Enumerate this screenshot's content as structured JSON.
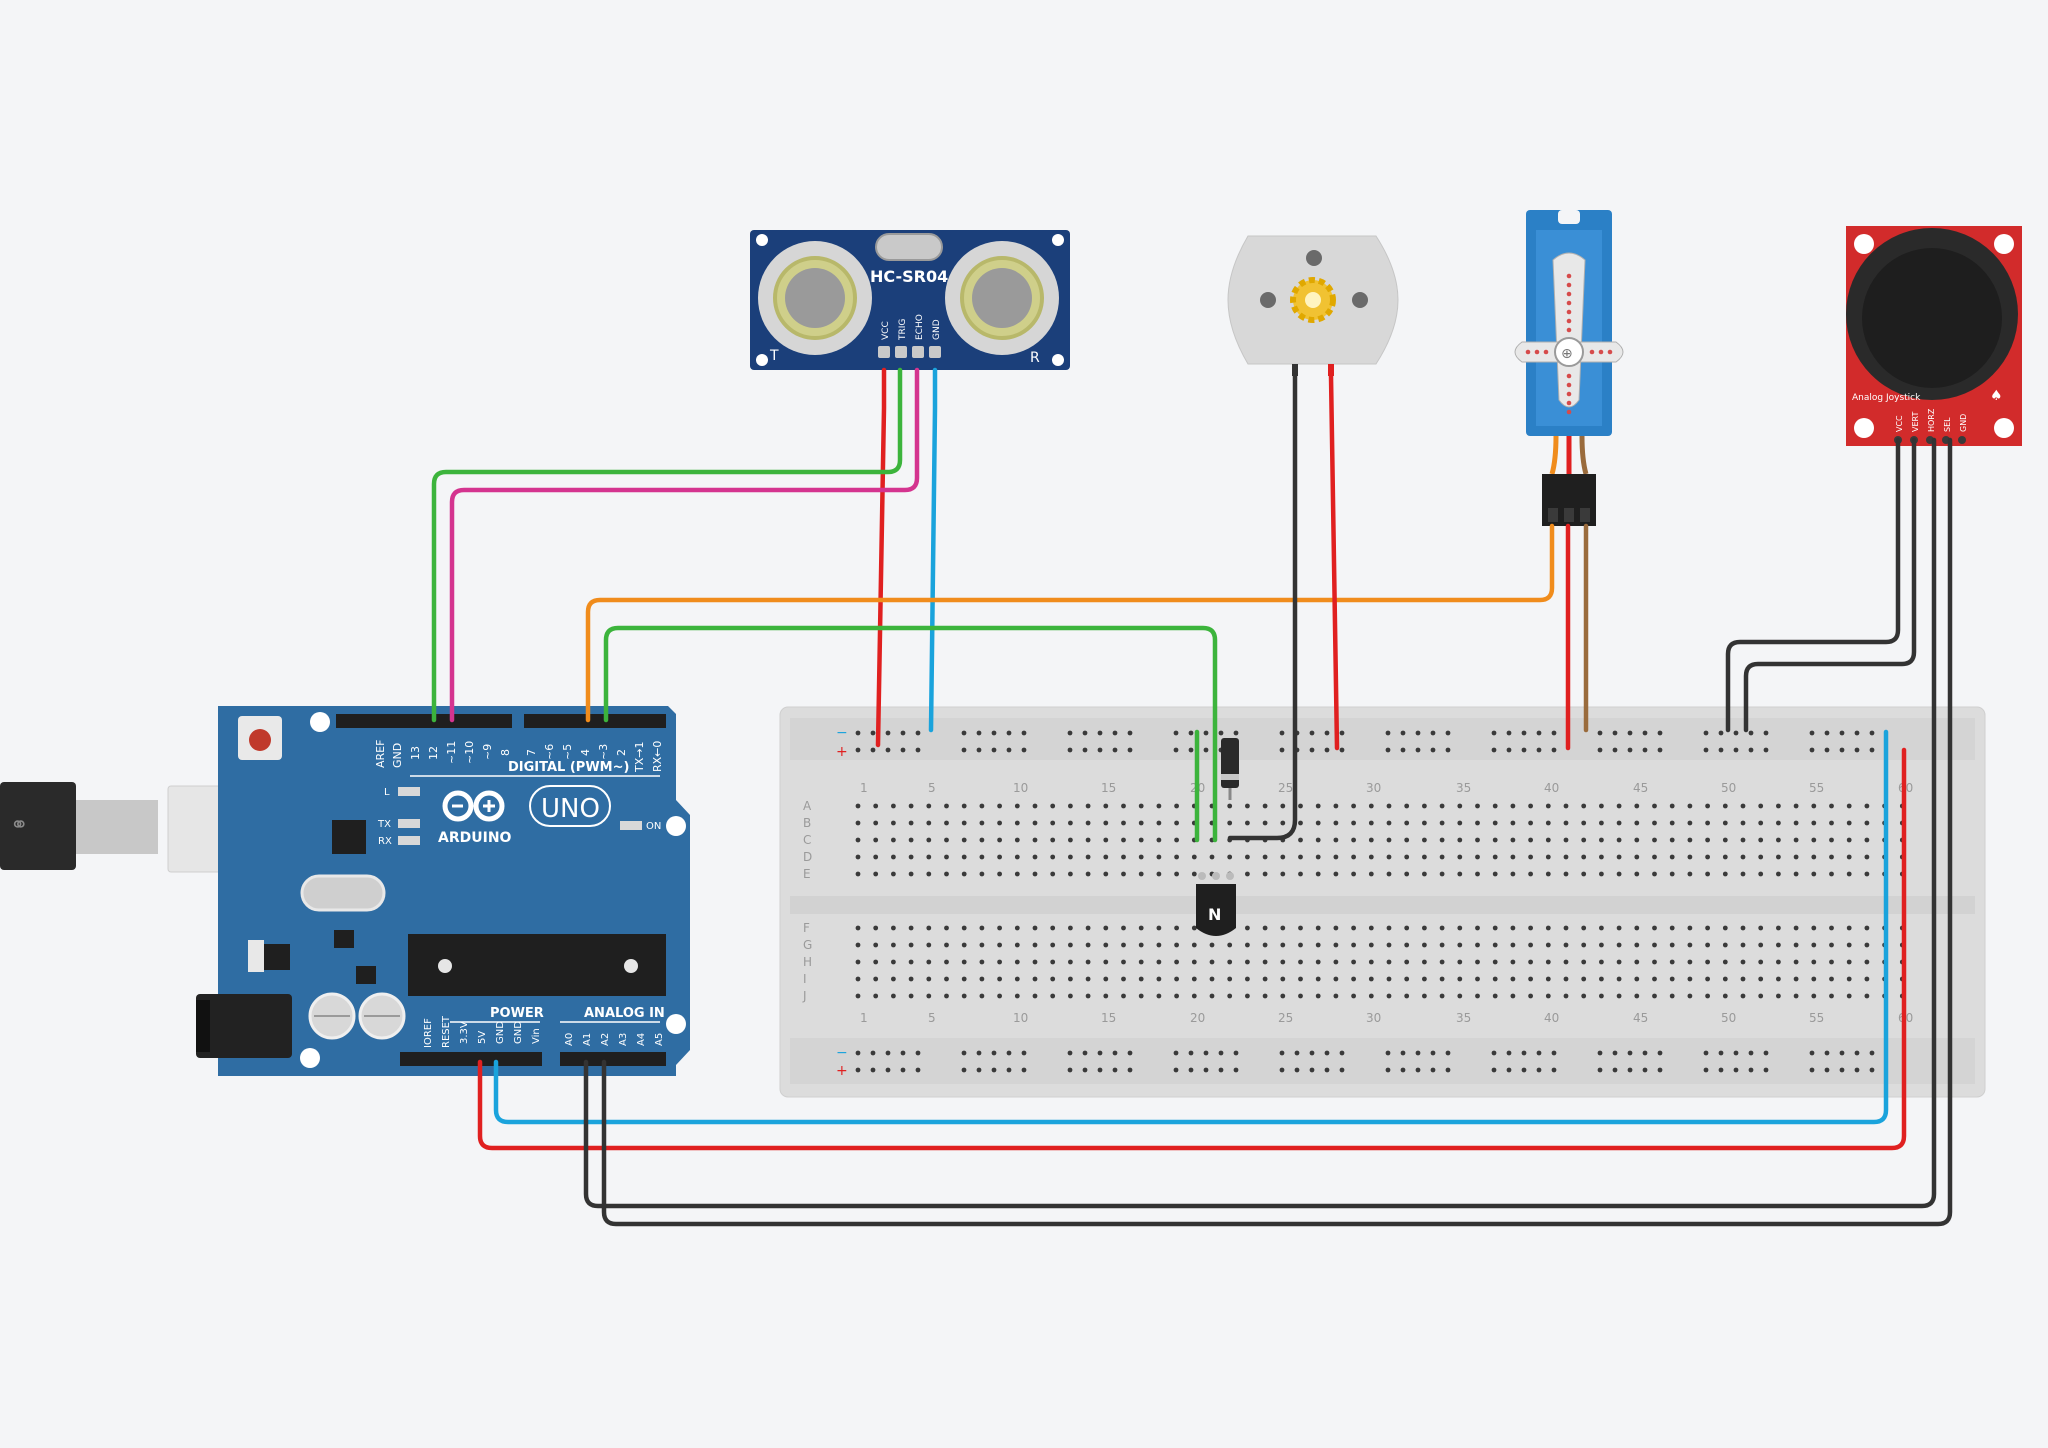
{
  "colors": {
    "background": "#f4f5f7",
    "arduino_board": "#2f6da3",
    "hcsr04_board": "#1b3f7a",
    "joystick_board": "#d22b2b",
    "servo_body": "#2b80c6",
    "breadboard": "#dcdcdc",
    "wire_red": "#e02020",
    "wire_black": "#333333",
    "wire_green": "#3cb43c",
    "wire_magenta": "#d4348f",
    "wire_orange": "#f08c1c",
    "wire_blue": "#1aa3dc",
    "wire_brown": "#9a6b3c"
  },
  "arduino": {
    "brand": "ARDUINO",
    "model": "UNO",
    "digital_label": "DIGITAL (PWM~)",
    "power_label": "POWER",
    "analog_label": "ANALOG IN",
    "on_label": "ON",
    "led_l": "L",
    "led_tx": "TX",
    "led_rx": "RX",
    "digital_pins": [
      "AREF",
      "GND",
      "13",
      "12",
      "~11",
      "~10",
      "~9",
      "8",
      "7",
      "~6",
      "~5",
      "4",
      "~3",
      "2",
      "TX→1",
      "RX←0"
    ],
    "power_pins": [
      "IOREF",
      "RESET",
      "3.3V",
      "5V",
      "GND",
      "GND",
      "Vin"
    ],
    "analog_pins": [
      "A0",
      "A1",
      "A2",
      "A3",
      "A4",
      "A5"
    ]
  },
  "ultrasonic": {
    "name": "HC-SR04",
    "pins": [
      "VCC",
      "TRIG",
      "ECHO",
      "GND"
    ],
    "left_mark": "T",
    "right_mark": "R"
  },
  "joystick": {
    "label": "Analog Joystick",
    "pins": [
      "VCC",
      "VERT",
      "HORZ",
      "SEL",
      "GND"
    ]
  },
  "transistor": {
    "label": "N"
  },
  "breadboard": {
    "columns": [
      "1",
      "5",
      "10",
      "15",
      "20",
      "25",
      "30",
      "35",
      "40",
      "45",
      "50",
      "55",
      "60"
    ],
    "rows_top": [
      "A",
      "B",
      "C",
      "D",
      "E"
    ],
    "rows_bottom": [
      "F",
      "G",
      "H",
      "I",
      "J"
    ],
    "rail_minus": "−",
    "rail_plus": "+"
  }
}
